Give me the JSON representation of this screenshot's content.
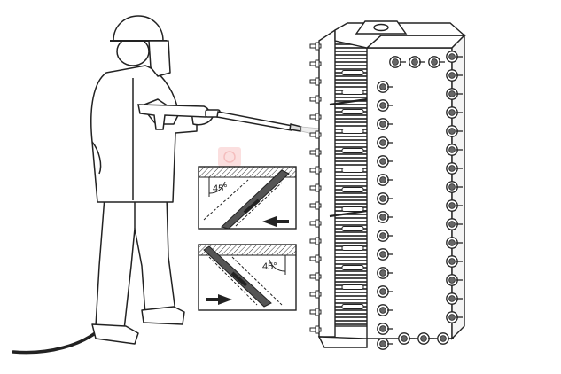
{
  "figure": {
    "upper_inset": {
      "angle_label": "45°",
      "arrow_direction": "left"
    },
    "lower_inset": {
      "angle_label": "45°",
      "arrow_direction": "right"
    }
  }
}
